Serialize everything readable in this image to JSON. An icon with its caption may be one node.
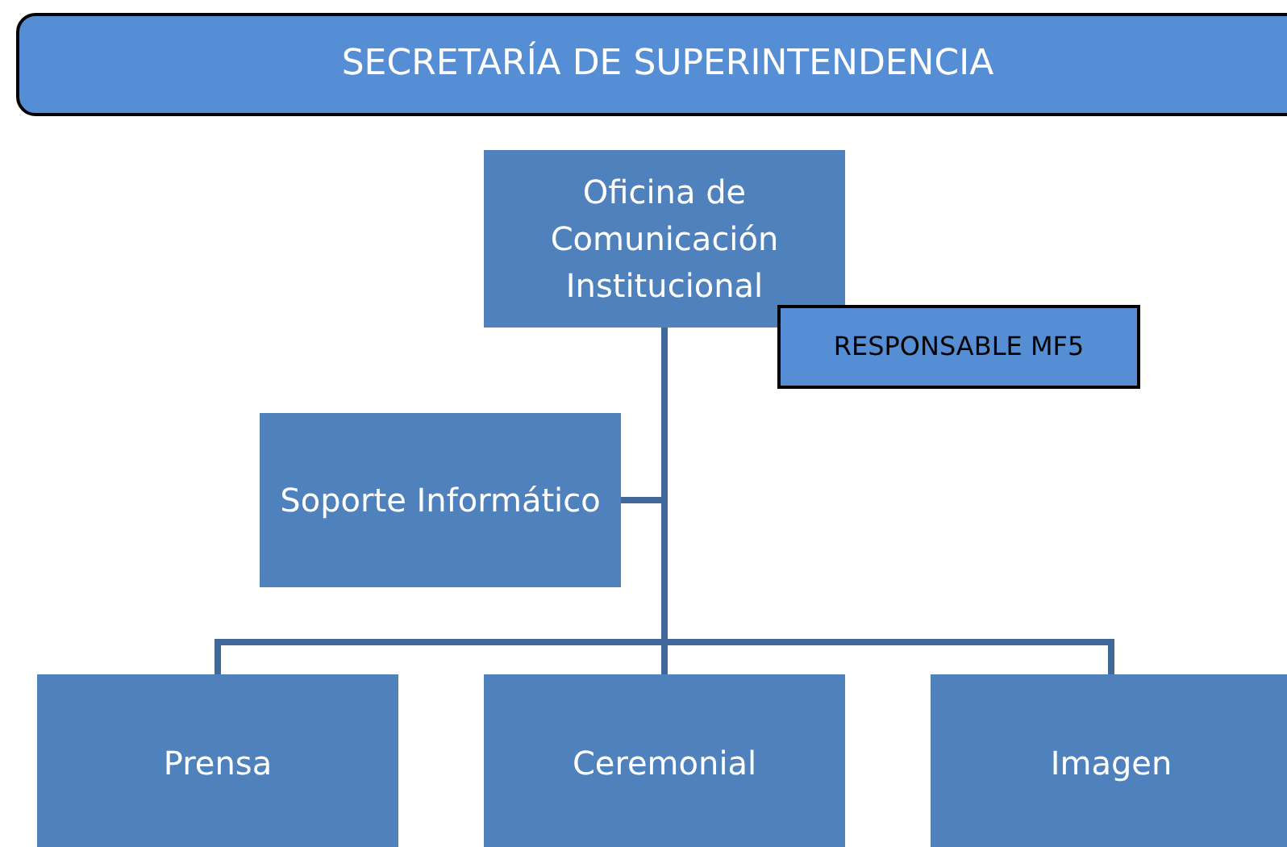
{
  "diagram": {
    "nodes": [
      {
        "text": [
          "SECRETARÍA DE SUPERINTENDENCIA"
        ]
      },
      {
        "text": [
          "Oficina de Comunicación Institucional"
        ]
      },
      {
        "text": [
          "RESPONSABLE MF5"
        ]
      },
      {
        "text": [
          "Soporte Informático"
        ]
      },
      {
        "text": [
          "Prensa"
        ]
      },
      {
        "text": [
          "Ceremonial"
        ]
      },
      {
        "text": [
          "Imagen"
        ]
      }
    ],
    "edges": [
      {
        "from": 1,
        "to": 3,
        "arrow": "none"
      },
      {
        "from": 1,
        "to": 4,
        "arrow": "none"
      },
      {
        "from": 1,
        "to": 5,
        "arrow": "none"
      },
      {
        "from": 1,
        "to": 6,
        "arrow": "none"
      }
    ]
  }
}
